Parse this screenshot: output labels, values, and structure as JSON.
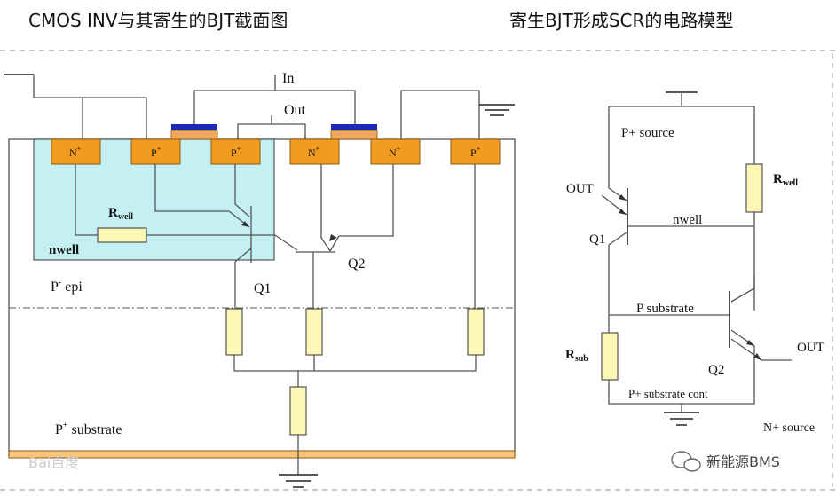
{
  "titles": {
    "left": "CMOS INV与其寄生的BJT截面图",
    "right": "寄生BJT形成SCR的电路模型"
  },
  "cross_section": {
    "in_label": "In",
    "out_label": "Out",
    "diffusions": [
      {
        "base": "N",
        "sup": "+"
      },
      {
        "base": "P",
        "sup": "+"
      },
      {
        "base": "P",
        "sup": "+"
      },
      {
        "base": "N",
        "sup": "+"
      },
      {
        "base": "N",
        "sup": "+"
      },
      {
        "base": "P",
        "sup": "+"
      }
    ],
    "rwell": {
      "main": "R",
      "sub": "well"
    },
    "nwell": "nwell",
    "q1": "Q1",
    "q2": "Q2",
    "p_epi": {
      "base": "P",
      "sup": "-",
      "rest": " epi"
    },
    "p_sub": {
      "base": "P",
      "sup": "+",
      "rest": " substrate"
    }
  },
  "scr_model": {
    "p_source": "P+ source",
    "out_left": "OUT",
    "rwell": {
      "main": "R",
      "sub": "well"
    },
    "nwell": "nwell",
    "q1": "Q1",
    "p_substrate": "P substrate",
    "out_right": "OUT",
    "rsub": {
      "main": "R",
      "sub": "sub"
    },
    "q2": "Q2",
    "p_sub_cont": "P+ substrate cont",
    "n_source": "N+ source"
  },
  "watermarks": {
    "baidu": "Bai百度",
    "bms": "新能源BMS"
  },
  "colors": {
    "nwell_fill": "#c4f0f4",
    "diffusion": "#f29c1f",
    "gate_poly": "#1d2ab8",
    "gate_oxide": "#f0a860",
    "substrate_bar": "#f6c577",
    "resistor": "#fdf6b4"
  }
}
